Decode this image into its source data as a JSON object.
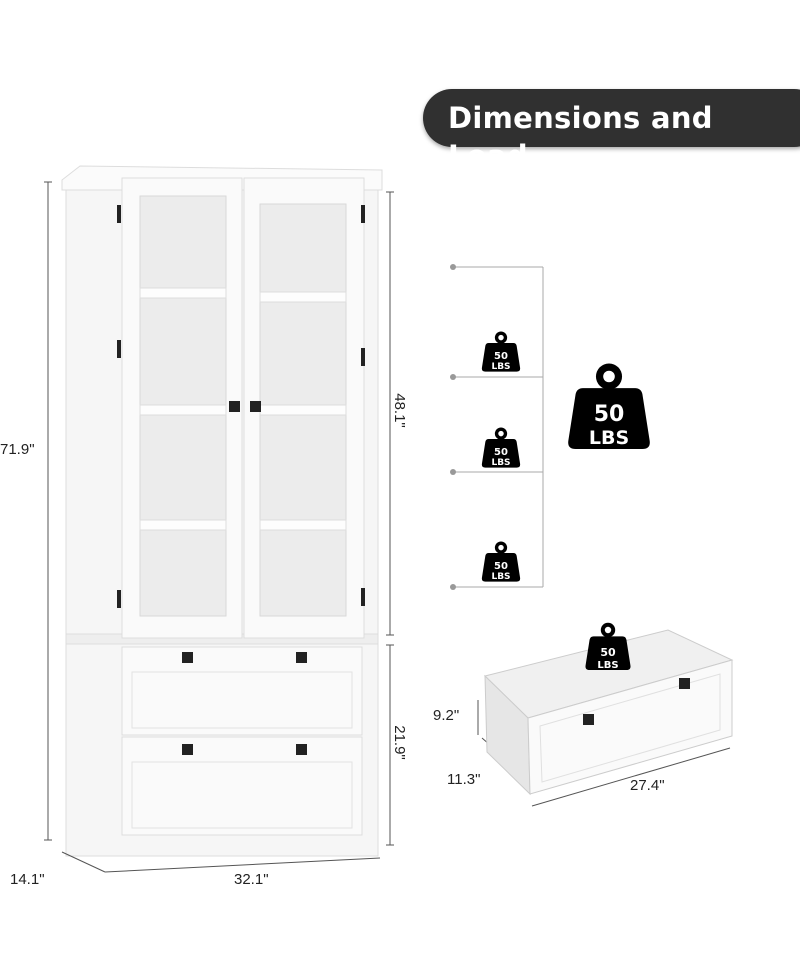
{
  "title": "Dimensions and Load",
  "dimensions": {
    "total_height": "71.9\"",
    "upper_height": "48.1\"",
    "lower_height": "21.9\"",
    "width": "32.1\"",
    "depth": "14.1\"",
    "drawer_height": "9.2\"",
    "drawer_depth": "11.3\"",
    "drawer_width": "27.4\""
  },
  "load": {
    "shelf_weight": "50",
    "unit": "LBS",
    "top_weight": "50",
    "drawer_weight": "50"
  },
  "colors": {
    "banner": "#303030",
    "weight_icon": "#000000",
    "guide_line": "#aaaaaa"
  }
}
